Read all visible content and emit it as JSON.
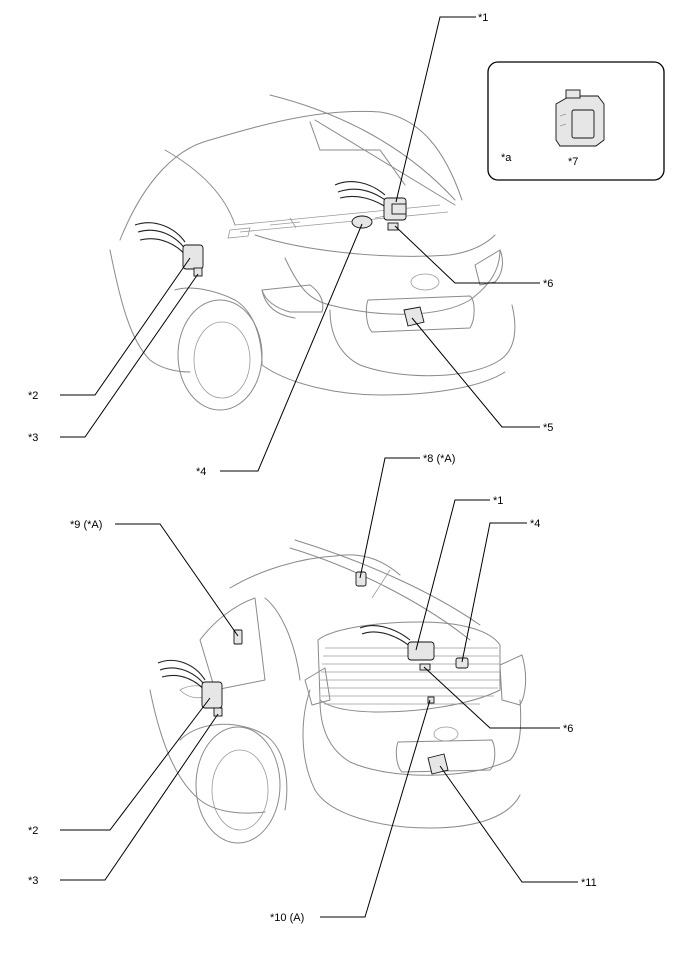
{
  "callouts": {
    "c1_top": "*1",
    "c2_top": "*2",
    "c3_top": "*3",
    "c4_top": "*4",
    "c5": "*5",
    "c6_top": "*6",
    "c8": "*8 (*A)",
    "c9": "*9 (*A)",
    "c1_bot": "*1",
    "c4_bot": "*4",
    "c6_bot": "*6",
    "c2_bot": "*2",
    "c3_bot": "*3",
    "c11": "*11",
    "c10": "*10 (A)"
  },
  "inset": {
    "label_a": "*a",
    "label_7": "*7"
  },
  "colors": {
    "line": "#000000",
    "car_outline": "#8a8a8a",
    "part_fill": "#e6e6e6"
  }
}
